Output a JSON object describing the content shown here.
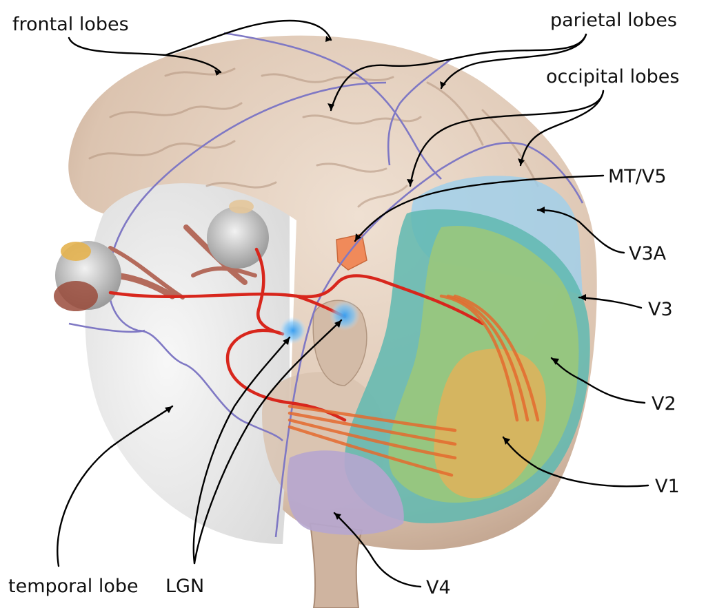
{
  "figure": {
    "labels": {
      "frontal_lobes": "frontal lobes",
      "parietal_lobes": "parietal lobes",
      "occipital_lobes": "occipital lobes",
      "mt_v5": "MT/V5",
      "v3a": "V3A",
      "v3": "V3",
      "v2": "V2",
      "v1": "V1",
      "v4": "V4",
      "lgn": "LGN",
      "temporal_lobe": "temporal lobe"
    },
    "colors": {
      "cortex": "#e6d2c2",
      "cortex_shadow": "#c9ad98",
      "transparent_hemisphere": "#ebebeb",
      "lobe_boundary": "#7f78c4",
      "optic_pathway": "#d8261c",
      "optic_radiation": "#e46a2e",
      "mt_v5": "#f08a5a",
      "v3a": "#9fd0ec",
      "v3": "#5fb8b0",
      "v2": "#9cc878",
      "v1": "#e0b25a",
      "v4": "#b6a6cf",
      "lgn": "#3a9ff0"
    }
  }
}
